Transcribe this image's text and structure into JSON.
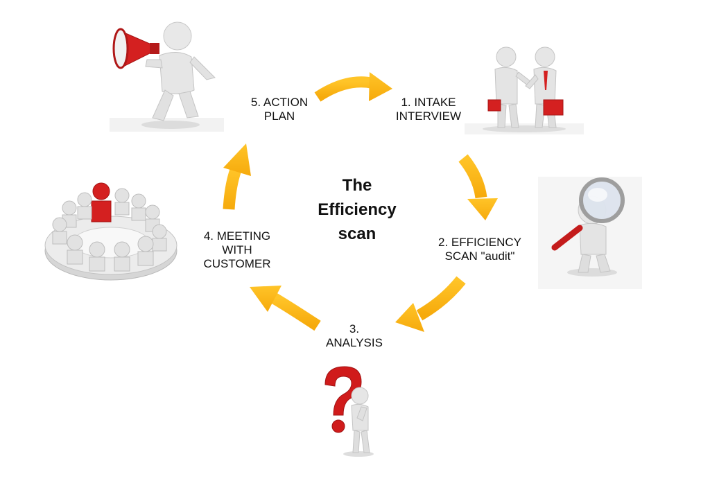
{
  "diagram": {
    "title_lines": [
      "The",
      "Efficiency",
      "scan"
    ],
    "arrow_color": "#FDB515",
    "accent_color": "#D91C1C",
    "steps": [
      {
        "lines": [
          "1. INTAKE",
          "INTERVIEW"
        ],
        "icon": "handshake-figures-icon"
      },
      {
        "lines": [
          "2. EFFICIENCY",
          "SCAN \"audit\""
        ],
        "icon": "magnifying-glass-figure-icon"
      },
      {
        "lines": [
          "3.",
          "ANALYSIS"
        ],
        "icon": "question-mark-figure-icon"
      },
      {
        "lines": [
          "4. MEETING",
          "WITH",
          "CUSTOMER"
        ],
        "icon": "round-table-meeting-icon"
      },
      {
        "lines": [
          "5. ACTION",
          "PLAN"
        ],
        "icon": "megaphone-figure-icon"
      }
    ]
  }
}
